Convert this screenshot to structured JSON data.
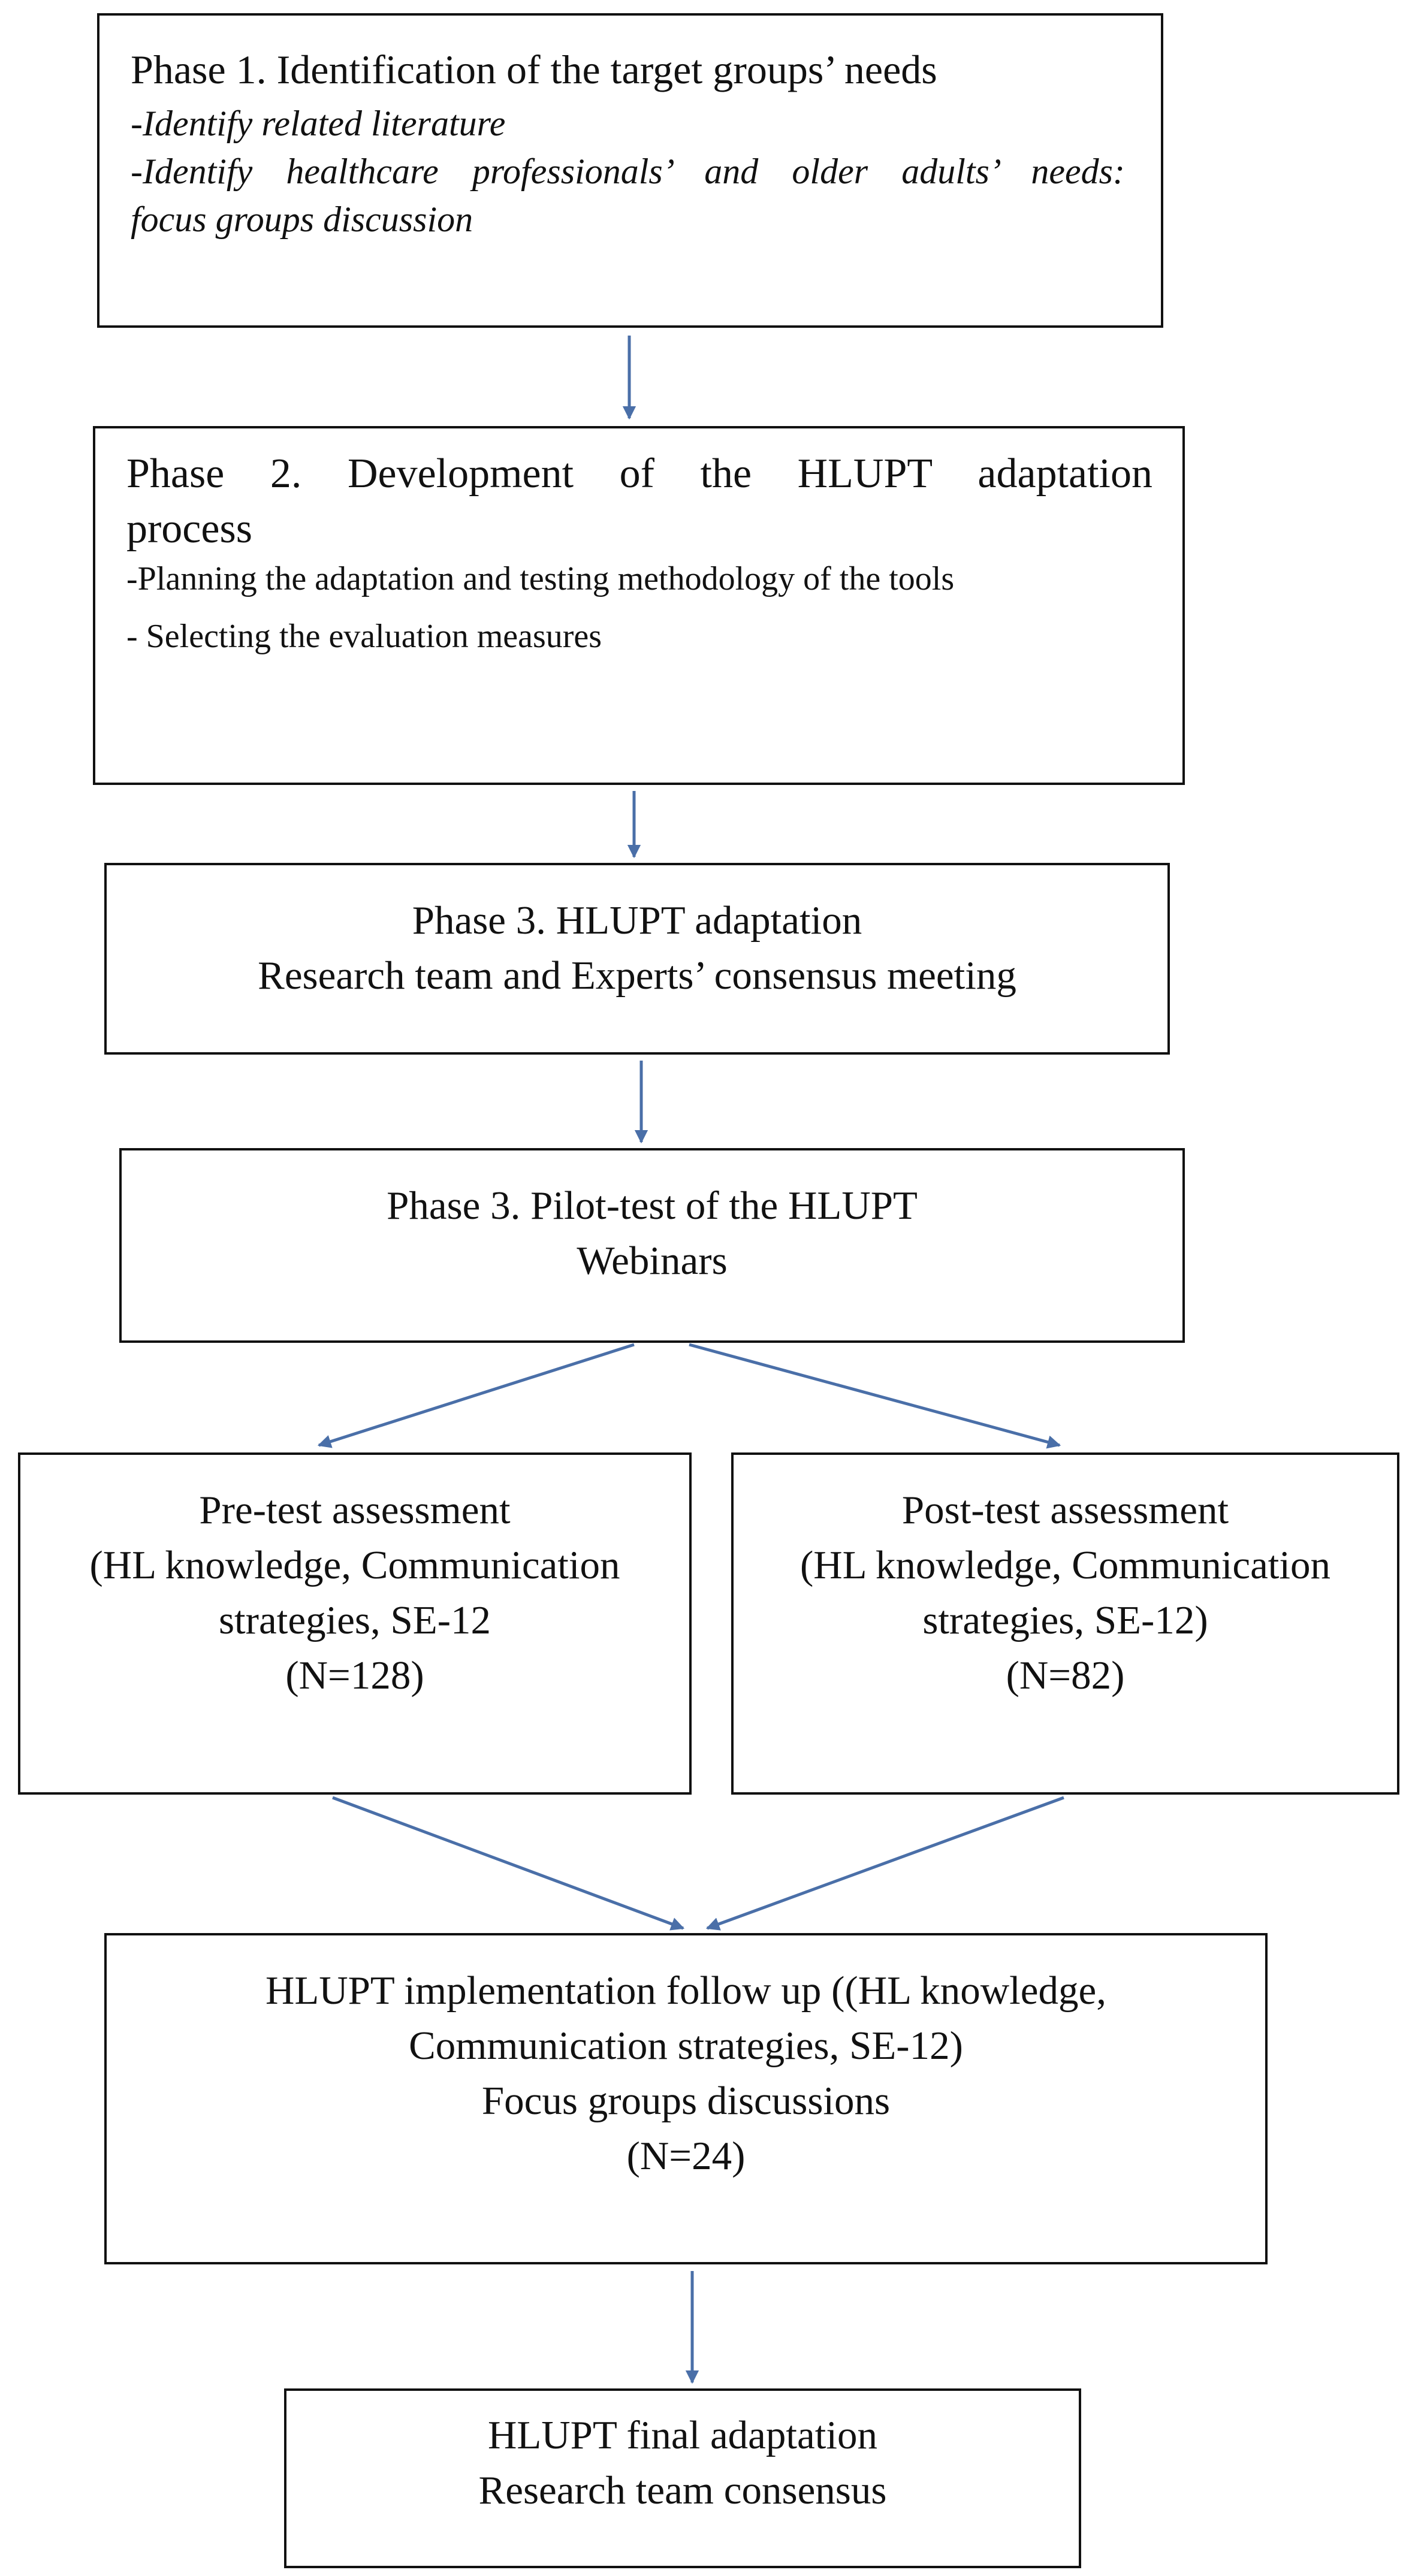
{
  "colors": {
    "arrow": "#4a6fa8",
    "border": "#111111",
    "text": "#111111",
    "background": "#ffffff"
  },
  "phase1": {
    "title": "Phase 1. Identification of the target groups’ needs",
    "item1": "-Identify related literature",
    "item2_line1": "-Identify healthcare professionals’ and older adults’ needs:",
    "item2_line2": "focus groups discussion"
  },
  "phase2": {
    "title_line1": "Phase 2. Development of the HLUPT adaptation",
    "title_line2": "process",
    "item1": "-Planning the adaptation and testing methodology of the tools",
    "item2": "- Selecting the evaluation measures"
  },
  "phase3_adaptation": {
    "line1": "Phase 3. HLUPT adaptation",
    "line2": "Research team and Experts’ consensus meeting"
  },
  "phase3_pilot": {
    "line1": "Phase 3. Pilot-test of the HLUPT",
    "line2": "Webinars"
  },
  "pretest": {
    "line1": "Pre-test assessment",
    "line2": "(HL knowledge, Communication",
    "line3": "strategies, SE-12",
    "line4": "(N=128)"
  },
  "posttest": {
    "line1": "Post-test assessment",
    "line2": "(HL knowledge, Communication",
    "line3": "strategies, SE-12)",
    "line4": "(N=82)"
  },
  "followup": {
    "line1": "HLUPT implementation follow up ((HL knowledge,",
    "line2": "Communication strategies, SE-12)",
    "line3": "Focus groups discussions",
    "line4": "(N=24)"
  },
  "final": {
    "line1": "HLUPT final adaptation",
    "line2": "Research team consensus"
  }
}
